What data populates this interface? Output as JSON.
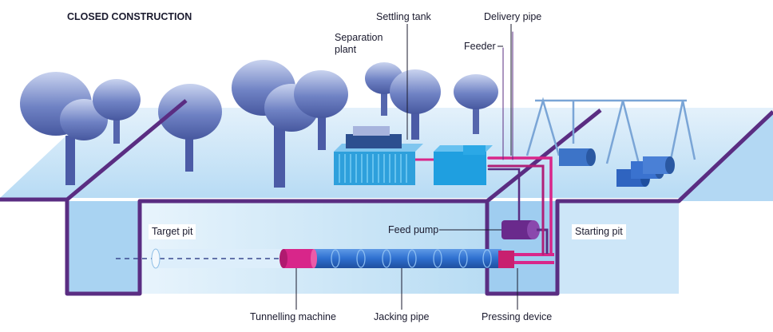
{
  "title": "CLOSED CONSTRUCTION",
  "labels": {
    "settling_tank": "Settling tank",
    "delivery_pipe": "Delivery pipe",
    "separation_plant_1": "Separation",
    "separation_plant_2": "plant",
    "feeder": "Feeder",
    "target_pit": "Target pit",
    "feed_pump": "Feed pump",
    "starting_pit": "Starting pit",
    "tunnelling_machine": "Tunnelling machine",
    "jacking_pipe": "Jacking pipe",
    "pressing_device": "Pressing device"
  },
  "colors": {
    "ground": "#cfe6f7",
    "trench_wall": "#a9d3f2",
    "soil_edge": "#5a2d82",
    "tree": "#4e5fae",
    "pipe": "#3a78d4",
    "machine": "#d8268a",
    "plant": "#2ea0dc",
    "pump": "#6a2a8c"
  }
}
